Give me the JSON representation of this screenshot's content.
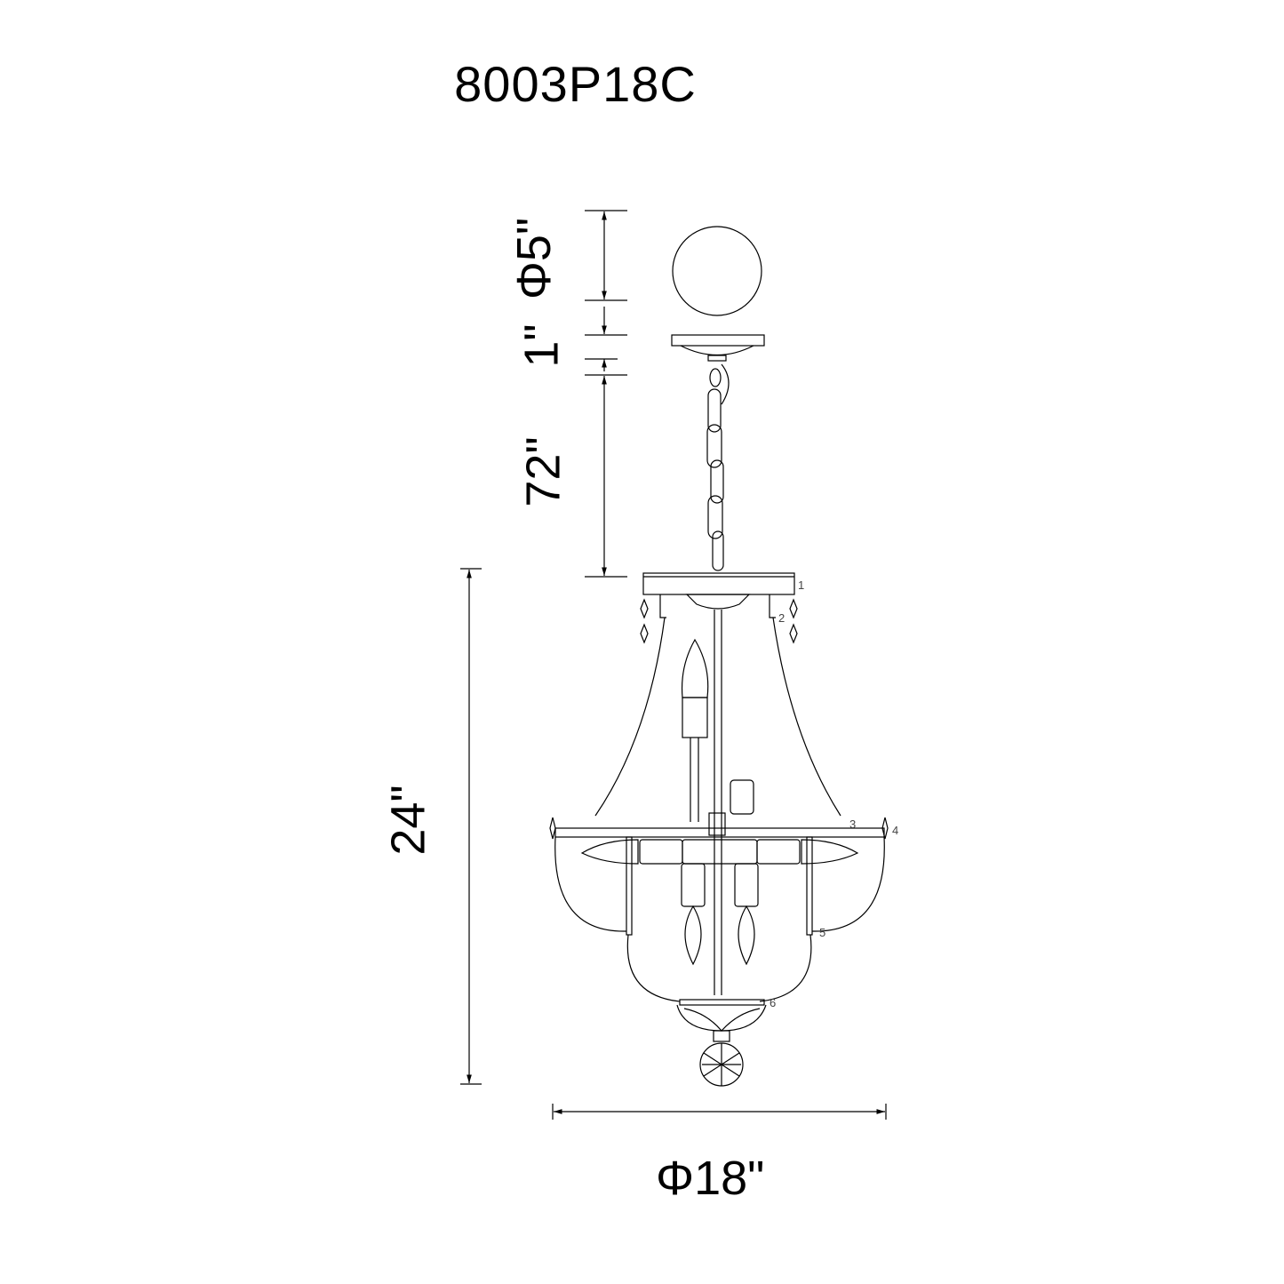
{
  "drawing": {
    "model_number": "8003P18C",
    "dimensions": {
      "canopy_diameter": "Φ5\"",
      "canopy_height": "1\"",
      "chain_length": "72\"",
      "fixture_height": "24\"",
      "fixture_diameter": "Φ18\""
    },
    "part_callouts": [
      "1",
      "2",
      "3",
      "4",
      "5",
      "6"
    ]
  }
}
